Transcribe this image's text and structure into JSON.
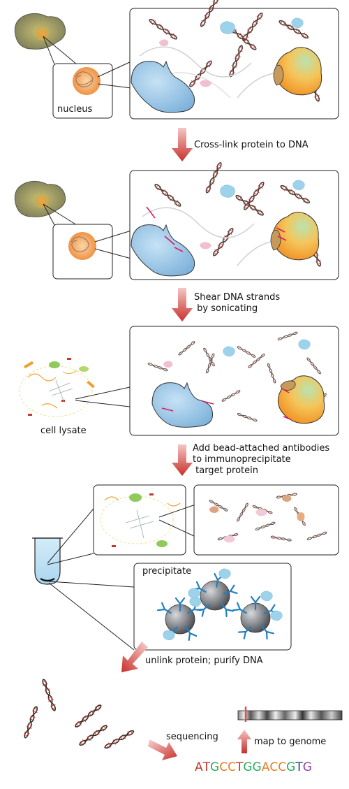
{
  "labels": {
    "nucleus": "nucleus",
    "step1": "Cross-link protein to DNA",
    "step2_line1": "Shear DNA strands",
    "step2_line2": " by sonicating",
    "cell_lysate": "cell lysate",
    "step3_line1": "Add bead-attached antibodies",
    "step3_line2": "to immunoprecipitate",
    "step3_line3": " target protein",
    "precipitate": "precipitate",
    "step4": "unlink protein; purify DNA",
    "sequencing": "sequencing",
    "map": "map to genome"
  },
  "sequence": [
    {
      "base": "A",
      "color": "#c0392b"
    },
    {
      "base": "T",
      "color": "#c0392b"
    },
    {
      "base": "G",
      "color": "#27ae60"
    },
    {
      "base": "C",
      "color": "#e67e22"
    },
    {
      "base": "C",
      "color": "#e67e22"
    },
    {
      "base": "T",
      "color": "#c0392b"
    },
    {
      "base": "G",
      "color": "#27ae60"
    },
    {
      "base": "G",
      "color": "#27ae60"
    },
    {
      "base": "A",
      "color": "#e67e22"
    },
    {
      "base": "C",
      "color": "#e67e22"
    },
    {
      "base": "C",
      "color": "#e67e22"
    },
    {
      "base": "G",
      "color": "#27ae60"
    },
    {
      "base": "T",
      "color": "#2c3e9b"
    },
    {
      "base": "G",
      "color": "#8e44ad"
    }
  ],
  "colors": {
    "arrow": "#d9534f",
    "protein_blue": "#8fc3e6",
    "protein_orange": "#f5a623",
    "bead": "#6b6e73",
    "antibody": "#1f7fc0",
    "crosslink": "#d81b60"
  }
}
